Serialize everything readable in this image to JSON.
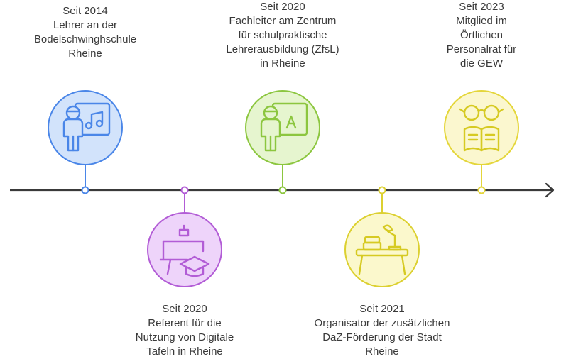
{
  "events": [
    {
      "id": "e2014",
      "year": "Seit 2014",
      "lines": [
        "Lehrer an der",
        "Bodelschwinghschule",
        "Rheine"
      ],
      "icon": "teacher-music-board-icon",
      "color": "#4a86e8",
      "fill": "#d2e3fb"
    },
    {
      "id": "e2020a",
      "year": "Seit 2020",
      "lines": [
        "Referent für die",
        "Nutzung von Digitale",
        "Tafeln in Rheine"
      ],
      "icon": "digital-board-graduation-icon",
      "color": "#b25cd6",
      "fill": "#eed4fa"
    },
    {
      "id": "e2020b",
      "year": "Seit 2020",
      "lines": [
        "Fachleiter am Zentrum",
        "für schulpraktische",
        "Lehrerausbildung (ZfsL)",
        "in Rheine"
      ],
      "icon": "teacher-board-icon",
      "color": "#8cc63f",
      "fill": "#e6f5cf"
    },
    {
      "id": "e2021",
      "year": "Seit 2021",
      "lines": [
        "Organisator der zusätzlichen",
        "DaZ-Förderung der Stadt",
        "Rheine"
      ],
      "icon": "desk-lamp-books-icon",
      "color": "#dcd030",
      "fill": "#fbf8cc"
    },
    {
      "id": "e2023",
      "year": "Seit 2023",
      "lines": [
        "Mitglied im",
        "Örtlichen",
        "Personalrat für",
        "die GEW"
      ],
      "icon": "glasses-book-icon",
      "color": "#e4d63a",
      "fill": "#fbf7cf"
    }
  ],
  "axis_color": "#3a3a3a"
}
